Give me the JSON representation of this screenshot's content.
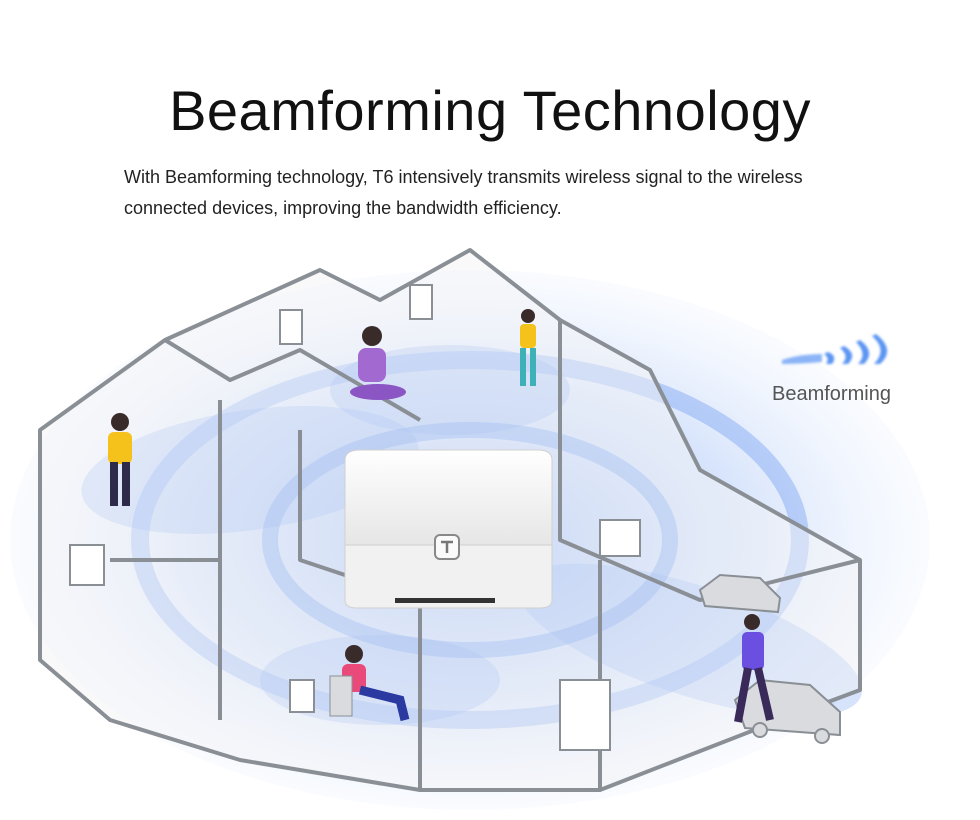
{
  "header": {
    "title": "Beamforming Technology",
    "description": "With Beamforming technology, T6 intensively transmits wireless signal to the wireless connected devices, improving the bandwidth efficiency."
  },
  "legend": {
    "label": "Beamforming",
    "icon": "beamforming-waves-icon"
  },
  "illustration": {
    "router_icon": "router-device",
    "router_logo_icon": "t-logo-icon",
    "colors": {
      "beam": "#5b8ff0",
      "beam_light": "#cfe0fb",
      "house_line": "#8a8f96",
      "router": "#f4f4f4"
    }
  }
}
